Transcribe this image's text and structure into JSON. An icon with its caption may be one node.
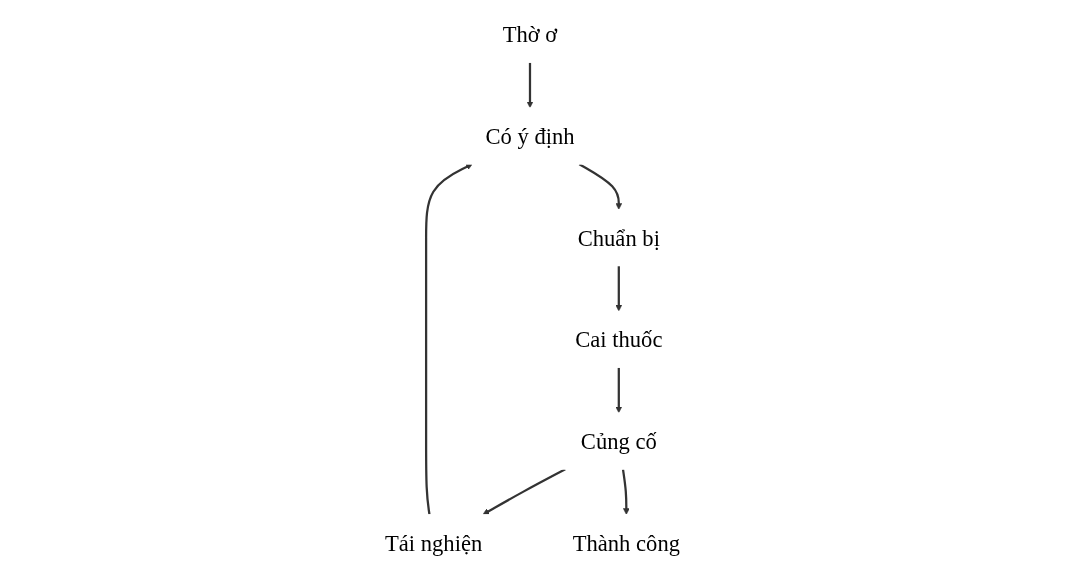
{
  "diagram": {
    "nodes": [
      {
        "text": [
          "Thờ ơ"
        ]
      },
      {
        "text": [
          "Tái nghiện"
        ]
      },
      {
        "text": [
          "Thành công"
        ]
      },
      {
        "text": [
          "Có ý định"
        ]
      },
      {
        "text": [
          "Củng cố"
        ]
      },
      {
        "text": [
          "Chuẩn bị"
        ]
      },
      {
        "text": [
          "Cai thuốc"
        ]
      }
    ],
    "edges": [
      {
        "from": 0,
        "to": 3,
        "arrow": "to"
      },
      {
        "from": 1,
        "to": 3,
        "arrow": "to"
      },
      {
        "from": 3,
        "to": 5,
        "arrow": "to"
      },
      {
        "from": 5,
        "to": 6,
        "arrow": "to"
      },
      {
        "from": 6,
        "to": 4,
        "arrow": "to"
      },
      {
        "from": 4,
        "to": 1,
        "arrow": "to"
      },
      {
        "from": 4,
        "to": 2,
        "arrow": "to"
      }
    ]
  }
}
